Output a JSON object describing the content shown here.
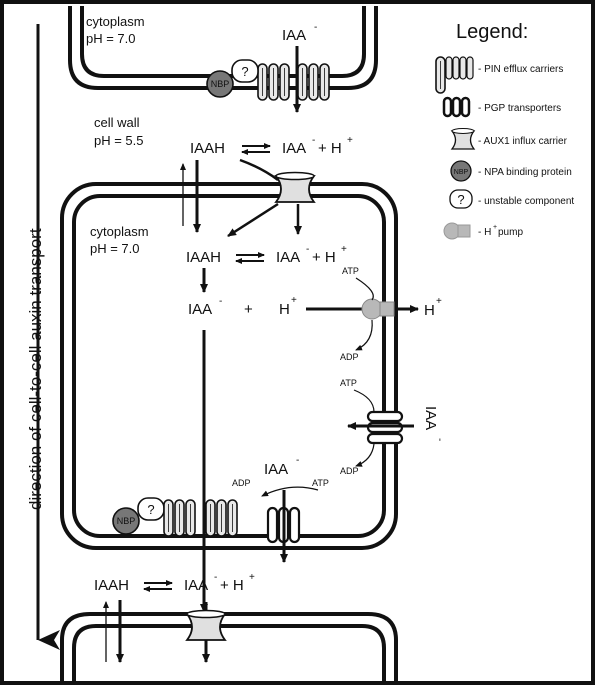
{
  "regions": {
    "cytoplasm_top": "cytoplasm",
    "ph_top": "pH = 7.0",
    "cell_wall": "cell wall",
    "ph_wall": "pH = 5.5",
    "cytoplasm_mid": "cytoplasm",
    "ph_mid": "pH = 7.0"
  },
  "side_label": "direction of cell-to-cell auxin transport",
  "chem": {
    "iaa_minus": "IAA",
    "iaah": "IAAH",
    "iaa_plus_h": "IAA",
    "plus_h": "+ H",
    "sup_minus": "-",
    "sup_plus": "+",
    "plus": "+",
    "h": "H",
    "atp": "ATP",
    "adp": "ADP",
    "nbp": "NBP",
    "question": "?"
  },
  "legend": {
    "title": "Legend:",
    "items": [
      {
        "label": "- PIN efflux carriers",
        "icon": "pin-carrier-icon"
      },
      {
        "label": "- PGP transporters",
        "icon": "pgp-transporter-icon"
      },
      {
        "label": "- AUX1 influx carrier",
        "icon": "aux1-carrier-icon"
      },
      {
        "label": "- NPA binding protein",
        "icon": "nbp-icon"
      },
      {
        "label": "- unstable component",
        "icon": "question-icon"
      },
      {
        "label": "- H",
        "sup": "+",
        "suffix": " pump",
        "icon": "h-pump-icon"
      }
    ]
  },
  "colors": {
    "stroke": "#111111",
    "nbp_fill": "#777777",
    "pump_fill": "#b8b8b8",
    "pin_fill": "#e8e8e8"
  }
}
